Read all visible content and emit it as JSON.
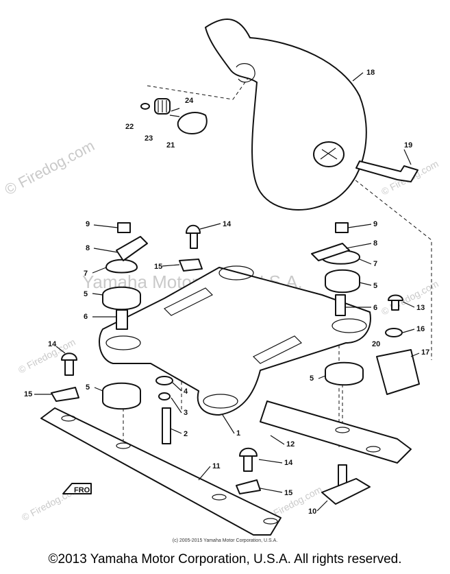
{
  "watermarks": {
    "firedog_left": "© Firedog.com",
    "yamaha_center": "Yamaha Motor Corp. U.S.A.",
    "firedog_repeat": "© Firedog.com"
  },
  "callouts": {
    "p1": "1",
    "p2": "2",
    "p3": "3",
    "p4": "4",
    "p5a": "5",
    "p5b": "5",
    "p5c": "5",
    "p5d": "5",
    "p6a": "6",
    "p6b": "6",
    "p7a": "7",
    "p7b": "7",
    "p8a": "8",
    "p8b": "8",
    "p9a": "9",
    "p9b": "9",
    "p10": "10",
    "p11": "11",
    "p12": "12",
    "p13": "13",
    "p14a": "14",
    "p14b": "14",
    "p14c": "14",
    "p15a": "15",
    "p15b": "15",
    "p15c": "15",
    "p16": "16",
    "p17": "17",
    "p18": "18",
    "p19": "19",
    "p20": "20",
    "p21": "21",
    "p22": "22",
    "p23": "23",
    "p24": "24"
  },
  "fro_label": "FRO",
  "copyright_small": "(c) 2005-2015 Yamaha Motor Corporation, U.S.A.",
  "copyright_main": "©2013 Yamaha Motor Corporation, U.S.A. All rights reserved."
}
